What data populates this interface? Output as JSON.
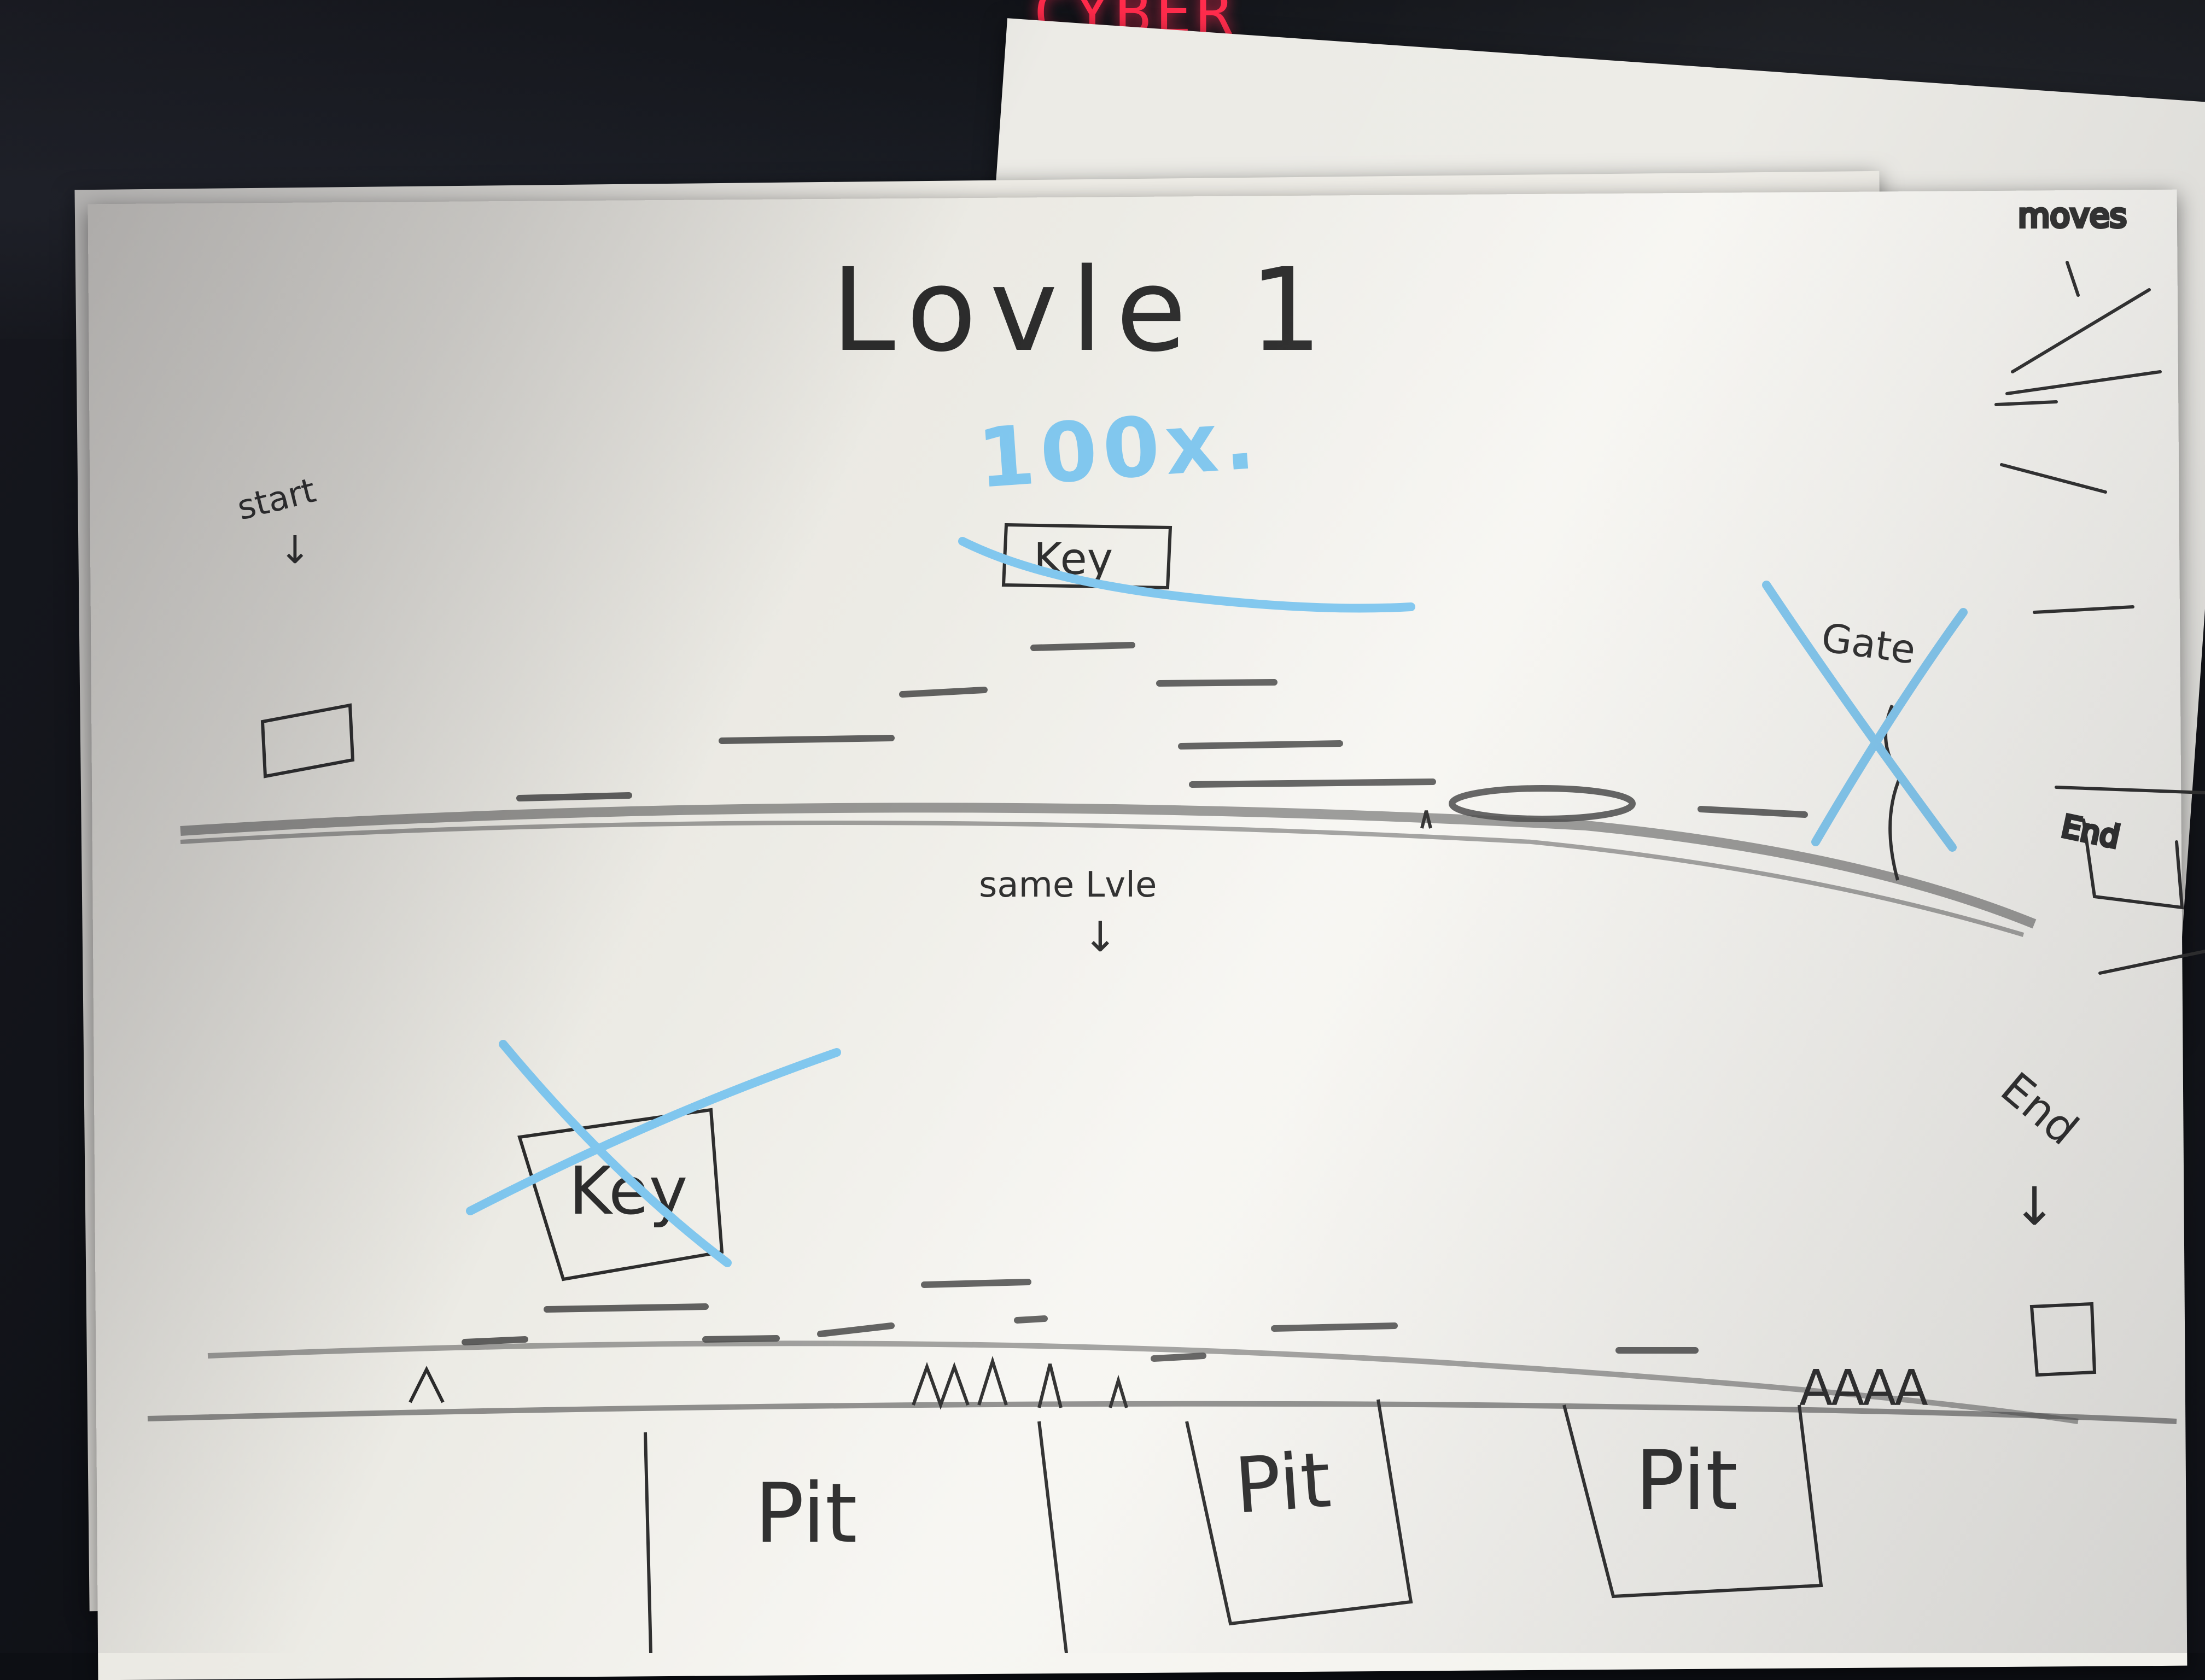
{
  "monitor": {
    "text": "CYBER"
  },
  "sketch": {
    "title": "Lovle 1",
    "start_label": "start",
    "start_arrow": "↓",
    "key_top_label": "Key",
    "gate_label": "Gate",
    "gate_cross_suffix": "x",
    "middle_label": "same Lvle",
    "middle_arrow": "↓",
    "key_bottom_label": "Key",
    "end_label": "End",
    "end_arrow": "↓",
    "pits": [
      "Pit",
      "Pit",
      "Pit"
    ],
    "spikes_label": "AAAA",
    "back_page": {
      "moves_label": "moves",
      "end_label": "End"
    }
  },
  "annotation": {
    "text": "100x.",
    "color": "#7fc6ee"
  },
  "colors": {
    "pencil": "#2b2b2b",
    "marker": "#7fc6ee",
    "paper": "#f3f1ec"
  }
}
